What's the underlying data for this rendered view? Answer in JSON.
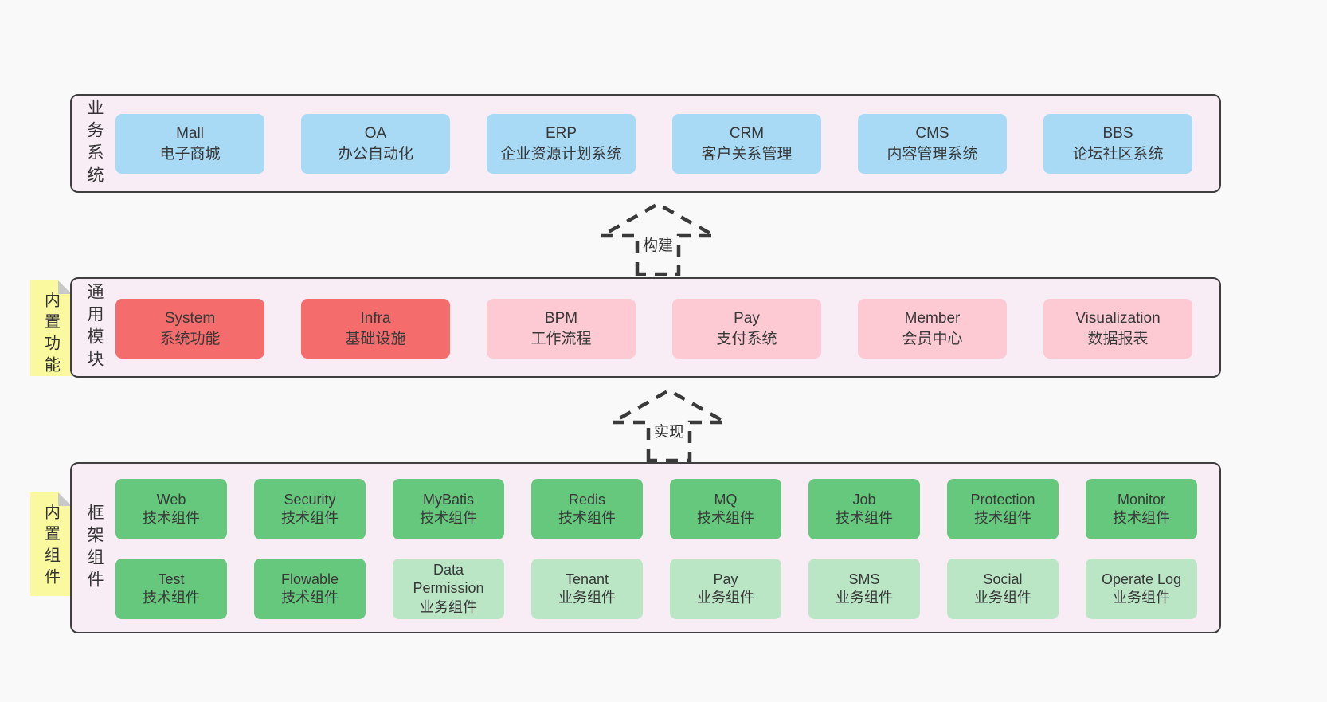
{
  "diagram": {
    "layers": [
      {
        "label": "业务系统",
        "boxes": [
          {
            "title": "Mall",
            "subtitle": "电子商城"
          },
          {
            "title": "OA",
            "subtitle": "办公自动化"
          },
          {
            "title": "ERP",
            "subtitle": "企业资源计划系统"
          },
          {
            "title": "CRM",
            "subtitle": "客户关系管理"
          },
          {
            "title": "CMS",
            "subtitle": "内容管理系统"
          },
          {
            "title": "BBS",
            "subtitle": "论坛社区系统"
          }
        ]
      },
      {
        "label": "通用模块",
        "tag": "内置功能",
        "boxes": [
          {
            "title": "System",
            "subtitle": "系统功能"
          },
          {
            "title": "Infra",
            "subtitle": "基础设施"
          },
          {
            "title": "BPM",
            "subtitle": "工作流程"
          },
          {
            "title": "Pay",
            "subtitle": "支付系统"
          },
          {
            "title": "Member",
            "subtitle": "会员中心"
          },
          {
            "title": "Visualization",
            "subtitle": "数据报表"
          }
        ]
      },
      {
        "label": "框架组件",
        "tag": "内置组件",
        "row1": [
          {
            "title": "Web",
            "subtitle": "技术组件"
          },
          {
            "title": "Security",
            "subtitle": "技术组件"
          },
          {
            "title": "MyBatis",
            "subtitle": "技术组件"
          },
          {
            "title": "Redis",
            "subtitle": "技术组件"
          },
          {
            "title": "MQ",
            "subtitle": "技术组件"
          },
          {
            "title": "Job",
            "subtitle": "技术组件"
          },
          {
            "title": "Protection",
            "subtitle": "技术组件"
          },
          {
            "title": "Monitor",
            "subtitle": "技术组件"
          }
        ],
        "row2": [
          {
            "title": "Test",
            "subtitle": "技术组件"
          },
          {
            "title": "Flowable",
            "subtitle": "技术组件"
          },
          {
            "title": "Data Permission",
            "subtitle": "业务组件"
          },
          {
            "title": "Tenant",
            "subtitle": "业务组件"
          },
          {
            "title": "Pay",
            "subtitle": "业务组件"
          },
          {
            "title": "SMS",
            "subtitle": "业务组件"
          },
          {
            "title": "Social",
            "subtitle": "业务组件"
          },
          {
            "title": "Operate Log",
            "subtitle": "业务组件"
          }
        ]
      }
    ],
    "arrows": [
      {
        "label": "构建"
      },
      {
        "label": "实现"
      }
    ],
    "colors": {
      "page_bg": "#f9f9f9",
      "layer_bg": "#f8ecf5",
      "layer_border": "#3f3f3f",
      "blue_box": "#a8daf5",
      "red_box": "#f56c6c",
      "pink_box": "#fdc9d3",
      "green_box": "#65c87d",
      "light_green_box": "#bae6c6",
      "tag_bg": "#fbf9a0",
      "tag_fold": "#c9c9c9",
      "text": "#333333"
    }
  }
}
